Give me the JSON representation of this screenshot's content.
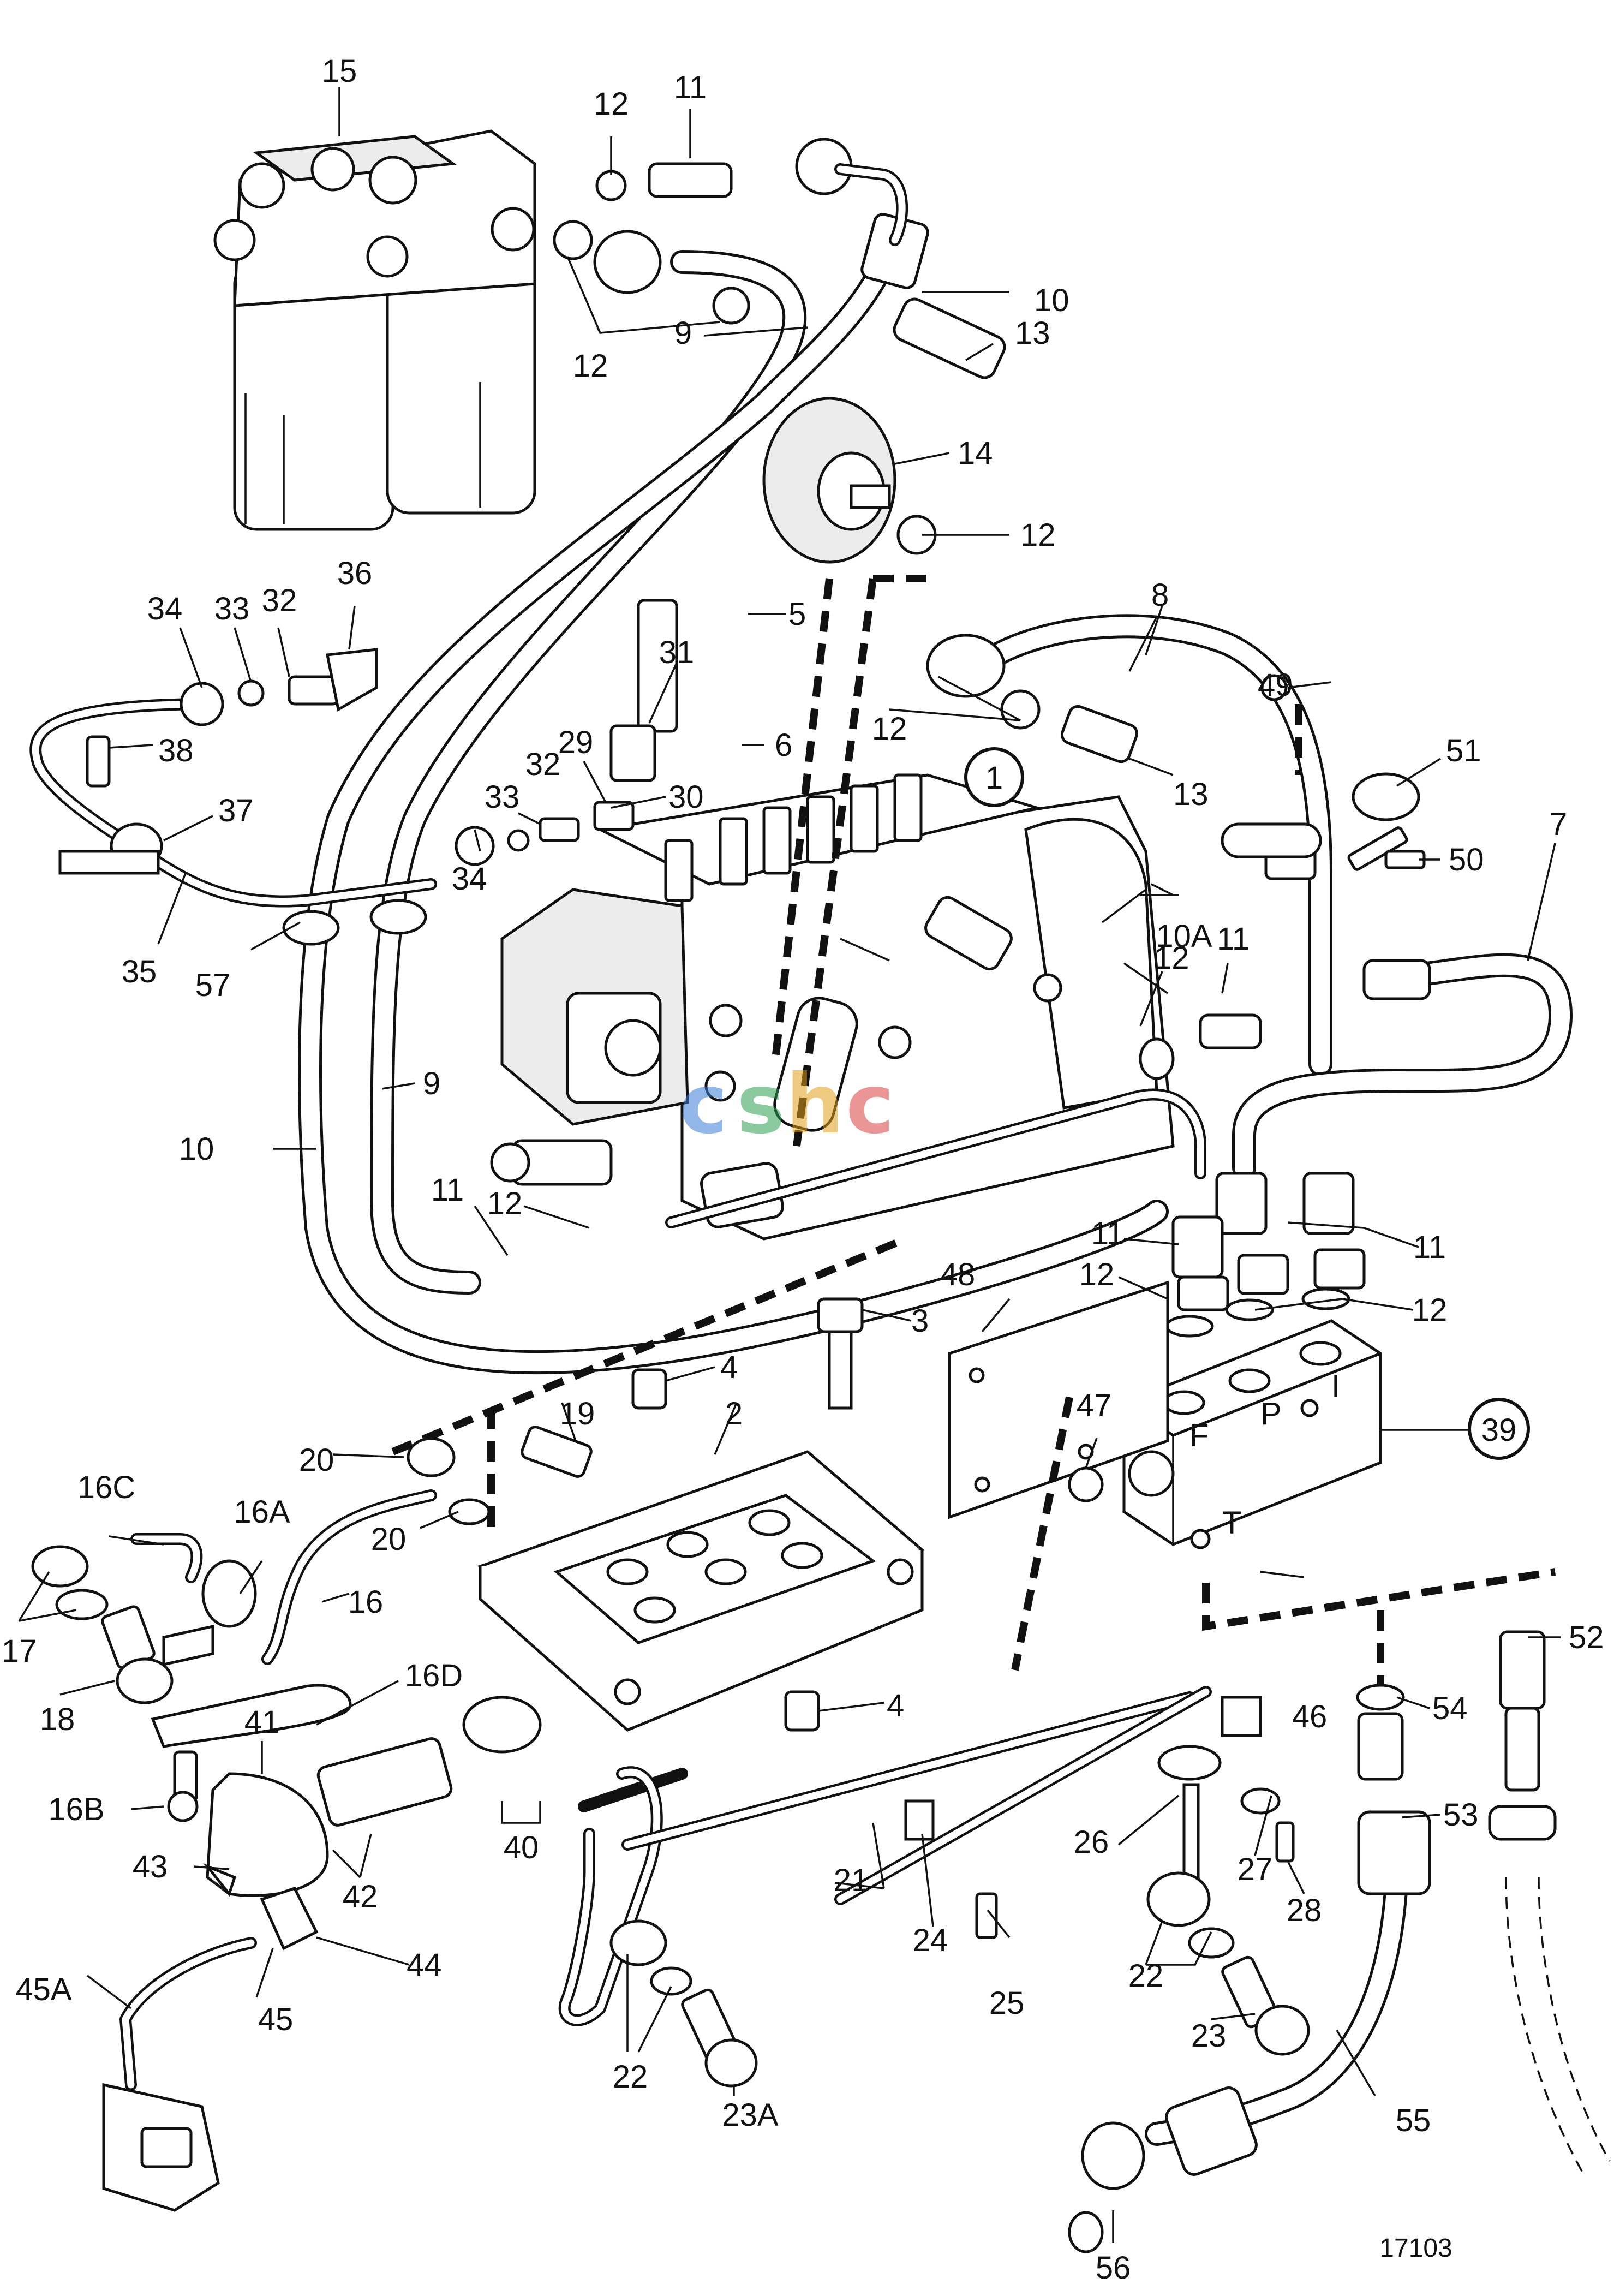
{
  "figure_number": "17103",
  "watermark": {
    "letters": [
      "c",
      "s",
      "h",
      "c"
    ],
    "colors": [
      "#3a7bd5",
      "#2e9e4f",
      "#e2a21b",
      "#d94141"
    ]
  },
  "block_letters": {
    "f": "F",
    "p": "P",
    "i": "I",
    "t": "T"
  },
  "labels": {
    "l1": "1",
    "l2": "2",
    "l3": "3",
    "l4a": "4",
    "l4b": "4",
    "l5": "5",
    "l6": "6",
    "l7": "7",
    "l8": "8",
    "l9a": "9",
    "l9b": "9",
    "l10a": "10",
    "l10b": "10",
    "l10A": "10A",
    "l11a": "11",
    "l11b": "11",
    "l11c": "11",
    "l11d": "11",
    "l11e": "11",
    "l12a": "12",
    "l12b": "12",
    "l12c": "12",
    "l12d": "12",
    "l12e": "12",
    "l12f": "12",
    "l12g": "12",
    "l12h": "12",
    "l13a": "13",
    "l13b": "13",
    "l14": "14",
    "l15": "15",
    "l16": "16",
    "l16A": "16A",
    "l16B": "16B",
    "l16C": "16C",
    "l16D": "16D",
    "l17": "17",
    "l18": "18",
    "l19": "19",
    "l20a": "20",
    "l20b": "20",
    "l21": "21",
    "l22a": "22",
    "l22b": "22",
    "l23": "23",
    "l23A": "23A",
    "l24": "24",
    "l25": "25",
    "l26": "26",
    "l27": "27",
    "l28": "28",
    "l29": "29",
    "l30": "30",
    "l31": "31",
    "l32a": "32",
    "l32b": "32",
    "l33a": "33",
    "l33b": "33",
    "l34a": "34",
    "l34b": "34",
    "l35": "35",
    "l36": "36",
    "l37": "37",
    "l38": "38",
    "l39": "39",
    "l40": "40",
    "l41": "41",
    "l42": "42",
    "l43": "43",
    "l44": "44",
    "l45": "45",
    "l45A": "45A",
    "l46": "46",
    "l47": "47",
    "l48": "48",
    "l49": "49",
    "l50": "50",
    "l51": "51",
    "l52": "52",
    "l53": "53",
    "l54": "54",
    "l55": "55",
    "l56": "56",
    "l57": "57"
  }
}
